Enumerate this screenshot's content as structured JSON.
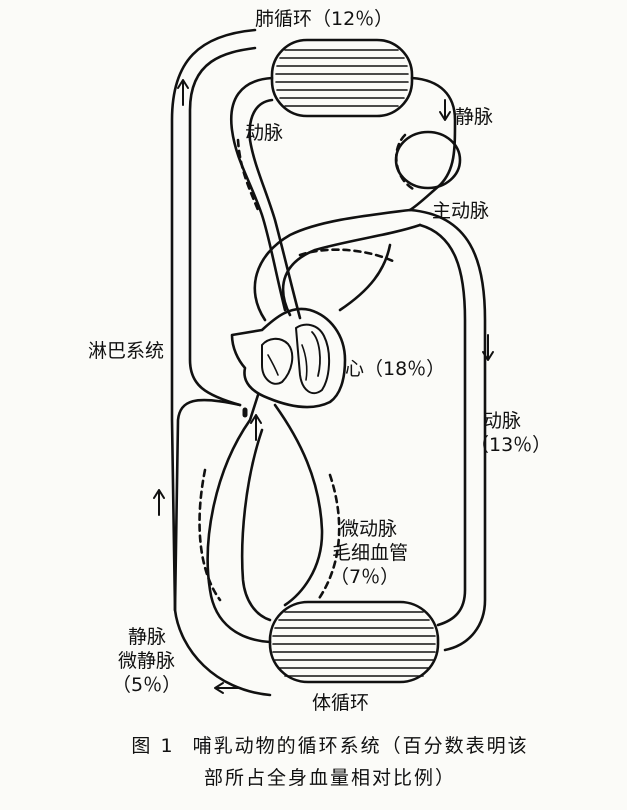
{
  "labels": {
    "pulmonary": "肺循环（12％）",
    "pulm_artery": "动脉",
    "pulm_vein": "静脉",
    "aorta": "主动脉",
    "lymph": "淋巴系统",
    "heart": "心（18％）",
    "artery": "动脉",
    "artery_pct": "（13％）",
    "micro_line1": "微动脉",
    "micro_line2": "毛细血管",
    "micro_pct": "（7％）",
    "vein_line1": "静脉",
    "vein_line2": "微静脉",
    "vein_pct": "（5％）",
    "systemic": "体循环"
  },
  "caption": {
    "figure_number": "图 1",
    "line1": "哺乳动物的循环系统（百分数表明该",
    "line2": "部所占全身血量相对比例）"
  }
}
